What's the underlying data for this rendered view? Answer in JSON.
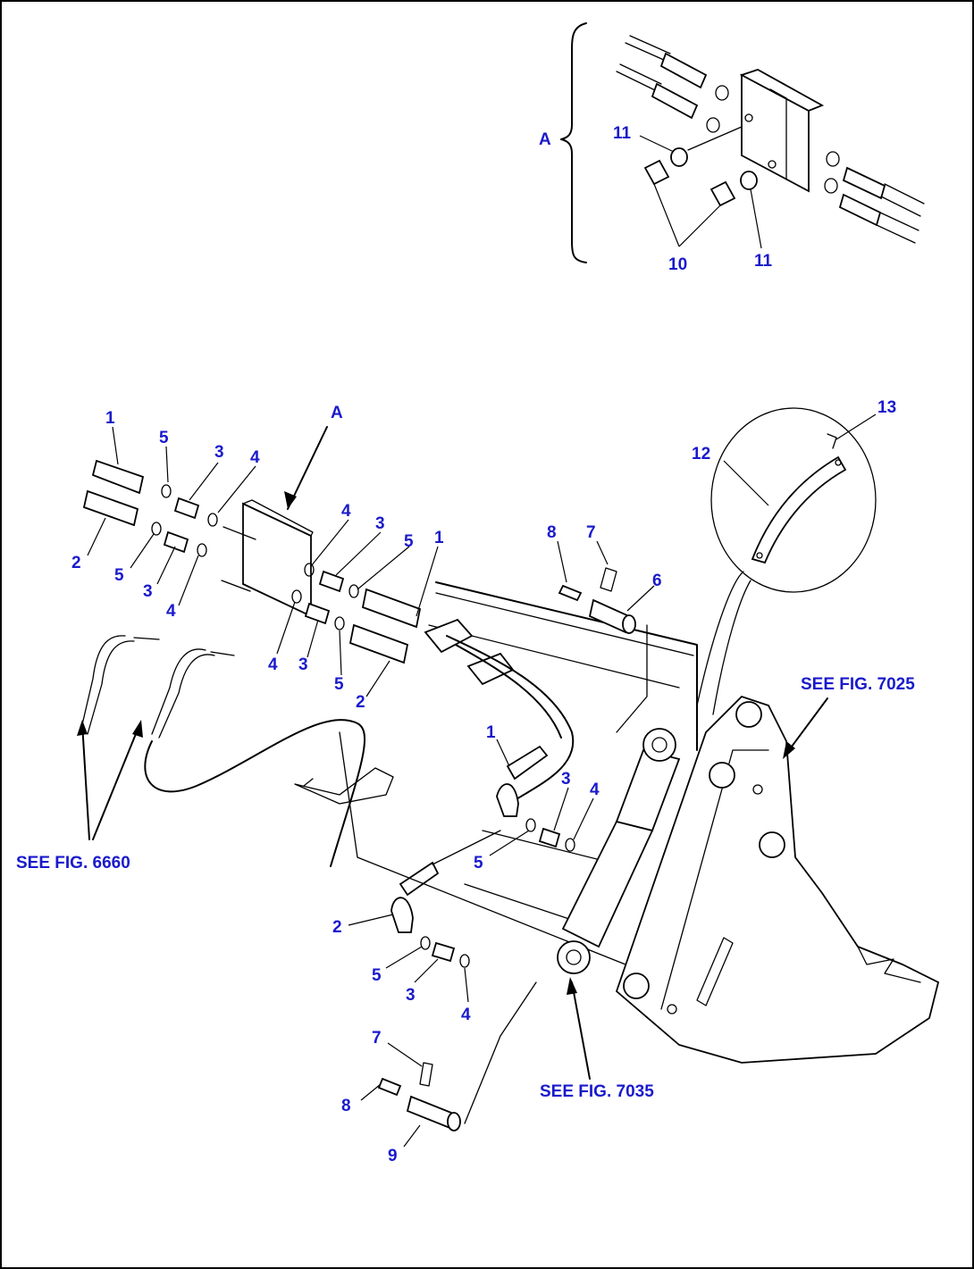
{
  "detail_label": "A",
  "view_label": "A",
  "callouts": {
    "c1": "1",
    "c2": "2",
    "c3": "3",
    "c4": "4",
    "c5": "5",
    "c6": "6",
    "c7": "7",
    "c8": "8",
    "c9": "9",
    "c10": "10",
    "c11": "11",
    "c12": "12",
    "c13": "13"
  },
  "references": {
    "fig6660": "SEE FIG. 6660",
    "fig7025": "SEE FIG. 7025",
    "fig7035": "SEE FIG. 7035"
  },
  "colors": {
    "callout_text": "#1a1acc",
    "line": "#000000",
    "background": "#ffffff"
  }
}
